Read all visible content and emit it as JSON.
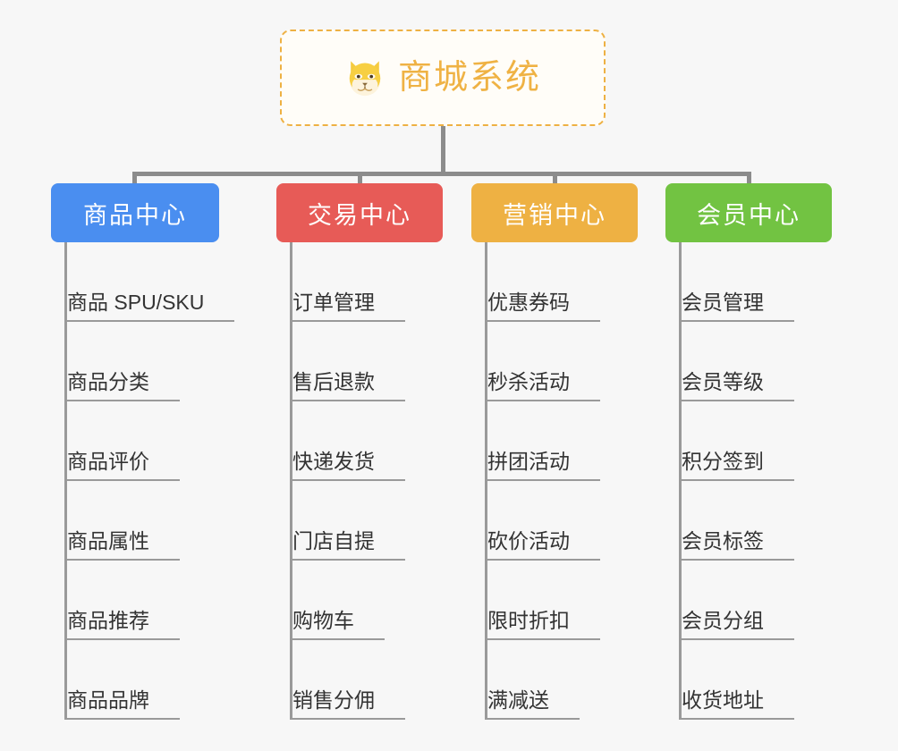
{
  "root": {
    "title": "商城系统",
    "icon": "dog-face-icon",
    "border_color": "#eeb143",
    "text_color": "#efb244"
  },
  "categories": [
    {
      "label": "商品中心",
      "color": "#4a8ef0",
      "items": [
        "商品 SPU/SKU",
        "商品分类",
        "商品评价",
        "商品属性",
        "商品推荐",
        "商品品牌"
      ]
    },
    {
      "label": "交易中心",
      "color": "#e75b57",
      "items": [
        "订单管理",
        "售后退款",
        "快递发货",
        "门店自提",
        "购物车",
        "销售分佣"
      ]
    },
    {
      "label": "营销中心",
      "color": "#eeb143",
      "items": [
        "优惠券码",
        "秒杀活动",
        "拼团活动",
        "砍价活动",
        "限时折扣",
        "满减送"
      ]
    },
    {
      "label": "会员中心",
      "color": "#72c342",
      "items": [
        "会员管理",
        "会员等级",
        "积分签到",
        "会员标签",
        "会员分组",
        "收货地址"
      ]
    }
  ],
  "connector_color": "#8c8c8c",
  "background_color": "#f7f7f7"
}
